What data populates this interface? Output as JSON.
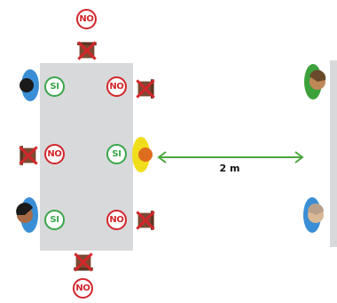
{
  "colors": {
    "allowed": "#3aa64b",
    "forbidden": "#d2262b",
    "table": "#d8d9da",
    "distance_arrow": "#4aa63c",
    "chair_wood": "#7b4a32"
  },
  "labels": {
    "allowed": "SI",
    "forbidden": "NO"
  },
  "distance": {
    "label": "2 m"
  },
  "icons": {
    "empty_chair": "crossed-chair-icon",
    "person": "person-topview-icon"
  }
}
